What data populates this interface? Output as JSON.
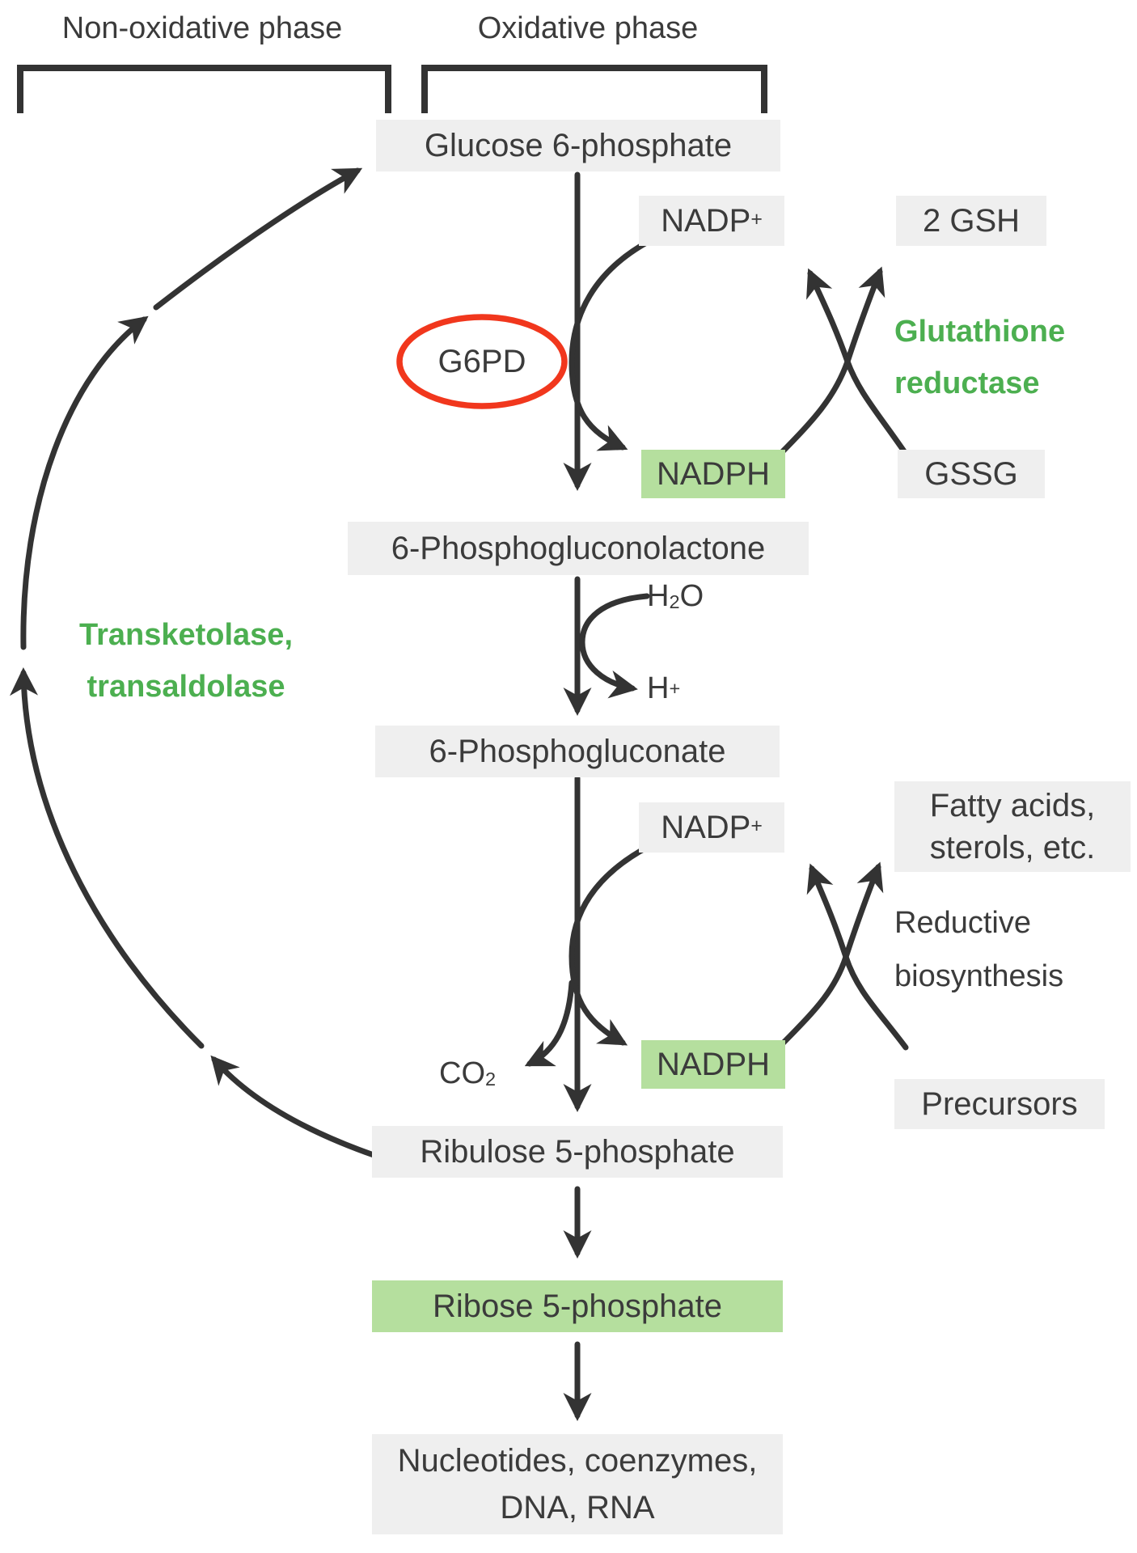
{
  "palette": {
    "page_bg": "#ffffff",
    "box_bg": "#efefef",
    "green_bg": "#b5df9e",
    "green_text": "#4caf50",
    "ink": "#3b3b3b",
    "arrow": "#333333",
    "red": "#f1371d"
  },
  "phases": {
    "non_oxidative": "Non-oxidative phase",
    "oxidative": "Oxidative phase"
  },
  "enzymes": {
    "g6pd": "G6PD",
    "glutathione_reductase": {
      "line1": "Glutathione",
      "line2": "reductase"
    },
    "non_oxidative_enzymes": {
      "line1": "Transketolase,",
      "line2": "transaldolase"
    }
  },
  "annotations": {
    "reductive_biosynthesis": {
      "line1": "Reductive",
      "line2": "biosynthesis"
    }
  },
  "metabolites": {
    "glucose_6_phosphate": "Glucose 6-phosphate",
    "six_phosphogluconolactone": "6-Phosphogluconolactone",
    "six_phosphogluconate": "6-Phosphogluconate",
    "ribulose_5_phosphate": "Ribulose 5-phosphate",
    "ribose_5_phosphate": "Ribose 5-phosphate",
    "nucleotides": {
      "line1": "Nucleotides, coenzymes,",
      "line2": "DNA, RNA"
    },
    "gsh": "2 GSH",
    "gssg": "GSSG",
    "nadph": "NADPH",
    "precursors": "Precursors",
    "fatty_acids": {
      "line1": "Fatty acids,",
      "line2": "sterols, etc."
    }
  },
  "chem": {
    "nadp": {
      "base": "NADP",
      "sup": "+"
    },
    "h2o": {
      "pre": "H",
      "sub": "2",
      "post": "O"
    },
    "h_plus": {
      "base": "H",
      "sup": "+"
    },
    "co2": {
      "base": "CO",
      "sub": "2"
    }
  }
}
